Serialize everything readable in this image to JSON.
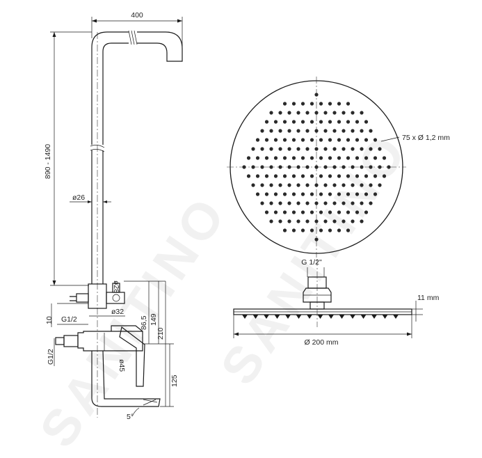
{
  "dimensions": {
    "arm_width": "400",
    "height_range": "890 - 1490",
    "pipe_diameter": "ø26",
    "diameter_28": "ø28",
    "diameter_32": "ø32",
    "diameter_45": "ø45",
    "thread_top": "G1/2",
    "thread_side": "G1/2",
    "dim_10": "10",
    "dim_86_5": "86,5",
    "dim_149": "149",
    "dim_210": "210",
    "dim_125": "125",
    "angle": "5°",
    "nozzles": "75 x Ø 1,2 mm",
    "head_thread": "G 1/2\"",
    "head_thickness": "11 mm",
    "head_diameter": "Ø 200 mm"
  },
  "watermark": {
    "left": "SANITINO",
    "right": "SANITINO"
  }
}
